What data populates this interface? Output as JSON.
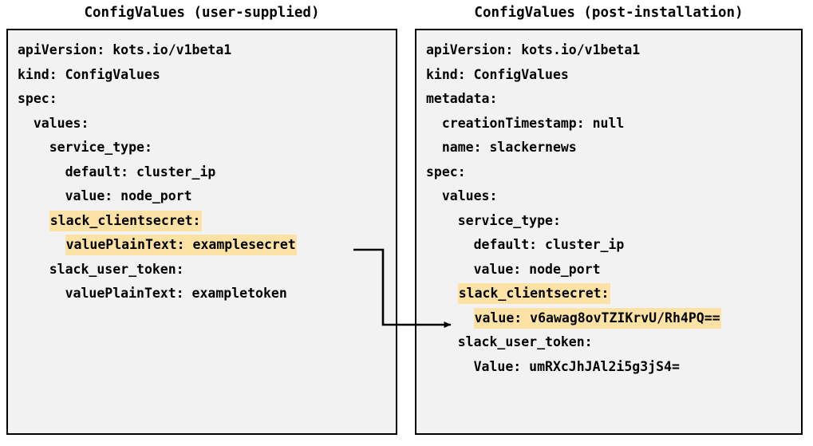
{
  "panels": {
    "left": {
      "title": "ConfigValues (user-supplied)",
      "lines": [
        {
          "segments": [
            {
              "text": "apiVersion: kots.io/v1beta1",
              "highlight": false
            }
          ]
        },
        {
          "segments": [
            {
              "text": "kind: ConfigValues",
              "highlight": false
            }
          ]
        },
        {
          "segments": [
            {
              "text": "spec:",
              "highlight": false
            }
          ]
        },
        {
          "segments": [
            {
              "text": "  values:",
              "highlight": false
            }
          ]
        },
        {
          "segments": [
            {
              "text": "    service_type:",
              "highlight": false
            }
          ]
        },
        {
          "segments": [
            {
              "text": "      default: cluster_ip",
              "highlight": false
            }
          ]
        },
        {
          "segments": [
            {
              "text": "      value: node_port",
              "highlight": false
            }
          ]
        },
        {
          "segments": [
            {
              "text": "    ",
              "highlight": false
            },
            {
              "text": "slack_clientsecret:",
              "highlight": true
            }
          ]
        },
        {
          "segments": [
            {
              "text": "      ",
              "highlight": false
            },
            {
              "text": "valuePlainText: examplesecret",
              "highlight": true
            }
          ]
        },
        {
          "segments": [
            {
              "text": "    slack_user_token:",
              "highlight": false
            }
          ]
        },
        {
          "segments": [
            {
              "text": "      valuePlainText: exampletoken",
              "highlight": false
            }
          ]
        }
      ]
    },
    "right": {
      "title": "ConfigValues (post-installation)",
      "lines": [
        {
          "segments": [
            {
              "text": "apiVersion: kots.io/v1beta1",
              "highlight": false
            }
          ]
        },
        {
          "segments": [
            {
              "text": "kind: ConfigValues",
              "highlight": false
            }
          ]
        },
        {
          "segments": [
            {
              "text": "metadata:",
              "highlight": false
            }
          ]
        },
        {
          "segments": [
            {
              "text": "  creationTimestamp: null",
              "highlight": false
            }
          ]
        },
        {
          "segments": [
            {
              "text": "  name: slackernews",
              "highlight": false
            }
          ]
        },
        {
          "segments": [
            {
              "text": "spec:",
              "highlight": false
            }
          ]
        },
        {
          "segments": [
            {
              "text": "  values:",
              "highlight": false
            }
          ]
        },
        {
          "segments": [
            {
              "text": "    service_type:",
              "highlight": false
            }
          ]
        },
        {
          "segments": [
            {
              "text": "      default: cluster_ip",
              "highlight": false
            }
          ]
        },
        {
          "segments": [
            {
              "text": "      value: node_port",
              "highlight": false
            }
          ]
        },
        {
          "segments": [
            {
              "text": "    ",
              "highlight": false
            },
            {
              "text": "slack_clientsecret:",
              "highlight": true
            }
          ]
        },
        {
          "segments": [
            {
              "text": "      ",
              "highlight": false
            },
            {
              "text": "value: v6awag8ovTZIKrvU/Rh4PQ==",
              "highlight": true
            }
          ]
        },
        {
          "segments": [
            {
              "text": "    slack_user_token:",
              "highlight": false
            }
          ]
        },
        {
          "segments": [
            {
              "text": "      Value: umRXcJhJAl2i5g3jS4=",
              "highlight": false
            }
          ]
        }
      ]
    }
  },
  "connector": {
    "label": "secret-encryption-flow-arrow",
    "color": "#000000"
  },
  "colors": {
    "highlight": "#fce2a4",
    "box_background": "#f2f2f2",
    "box_border": "#000000",
    "page_background": "#ffffff",
    "text": "#000000"
  }
}
